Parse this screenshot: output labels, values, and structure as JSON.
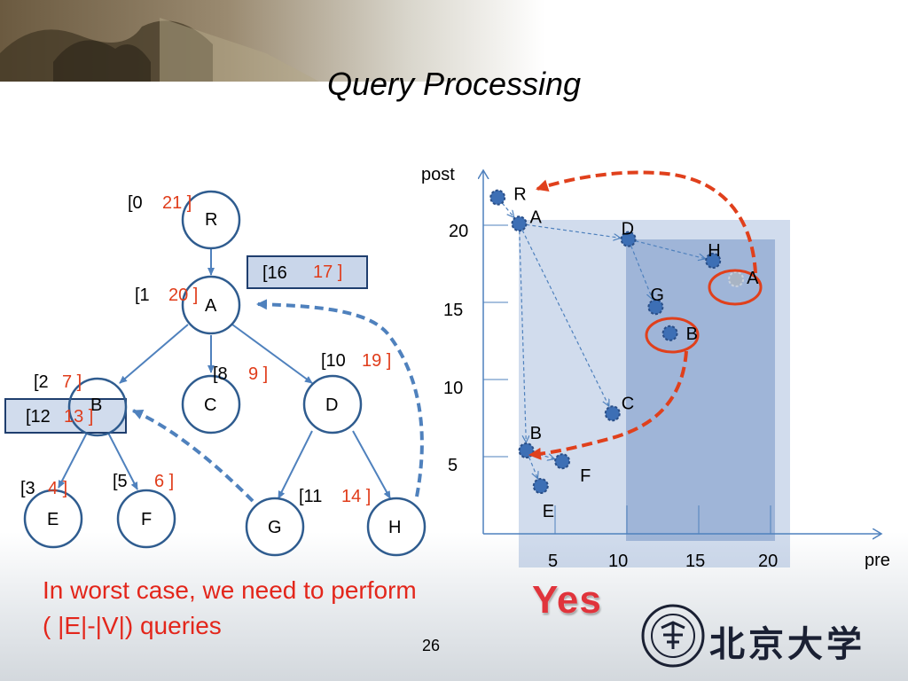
{
  "title": "Query Processing",
  "tree": {
    "nodes": [
      {
        "id": "R",
        "label": "R"
      },
      {
        "id": "A",
        "label": "A"
      },
      {
        "id": "B",
        "label": "B"
      },
      {
        "id": "C",
        "label": "C"
      },
      {
        "id": "D",
        "label": "D"
      },
      {
        "id": "E",
        "label": "E"
      },
      {
        "id": "F",
        "label": "F"
      },
      {
        "id": "G",
        "label": "G"
      },
      {
        "id": "H",
        "label": "H"
      }
    ],
    "intervals": [
      {
        "node": "R",
        "pre": "[0",
        "post": "21 ]"
      },
      {
        "node": "A",
        "pre": "[1",
        "post": "20 ]"
      },
      {
        "node": "B",
        "pre": "[2",
        "post": "7 ]"
      },
      {
        "node": "C",
        "pre": "[8",
        "post": "9 ]"
      },
      {
        "node": "D",
        "pre": "[10",
        "post": "19 ]"
      },
      {
        "node": "E",
        "pre": "[3",
        "post": "4 ]"
      },
      {
        "node": "F",
        "pre": "[5",
        "post": "6 ]"
      },
      {
        "node": "H",
        "pre": "[11",
        "post": "14 ]"
      }
    ],
    "boxes": [
      {
        "pre": "[16",
        "post": "17 ]"
      },
      {
        "pre": "[12",
        "post": "13 ]"
      }
    ]
  },
  "plot": {
    "x_axis_label": "pre",
    "y_axis_label": "post",
    "x_ticks": [
      "5",
      "10",
      "15",
      "20"
    ],
    "y_ticks": [
      "5",
      "10",
      "15",
      "20"
    ],
    "points": [
      {
        "label": "R",
        "pre": 1,
        "post": 21.8
      },
      {
        "label": "A",
        "pre": 2.5,
        "post": 20.1
      },
      {
        "label": "D",
        "pre": 10.1,
        "post": 19.1
      },
      {
        "label": "H",
        "pre": 16,
        "post": 17.7
      },
      {
        "label": "A",
        "pre": 17.6,
        "post": 16.5,
        "ghost": true
      },
      {
        "label": "G",
        "pre": 12,
        "post": 14.7
      },
      {
        "label": "B",
        "pre": 13,
        "post": 13
      },
      {
        "label": "C",
        "pre": 9,
        "post": 7.8,
        "ghost": true
      },
      {
        "label": "B",
        "pre": 3,
        "post": 5.4
      },
      {
        "label": "F",
        "pre": 5.5,
        "post": 4.7
      },
      {
        "label": "E",
        "pre": 4,
        "post": 3.1
      }
    ]
  },
  "note": "In worst case, we need to perform ( |E|-|V|) queries",
  "yes": "Yes",
  "page_number": "26",
  "university": "北京大学"
}
